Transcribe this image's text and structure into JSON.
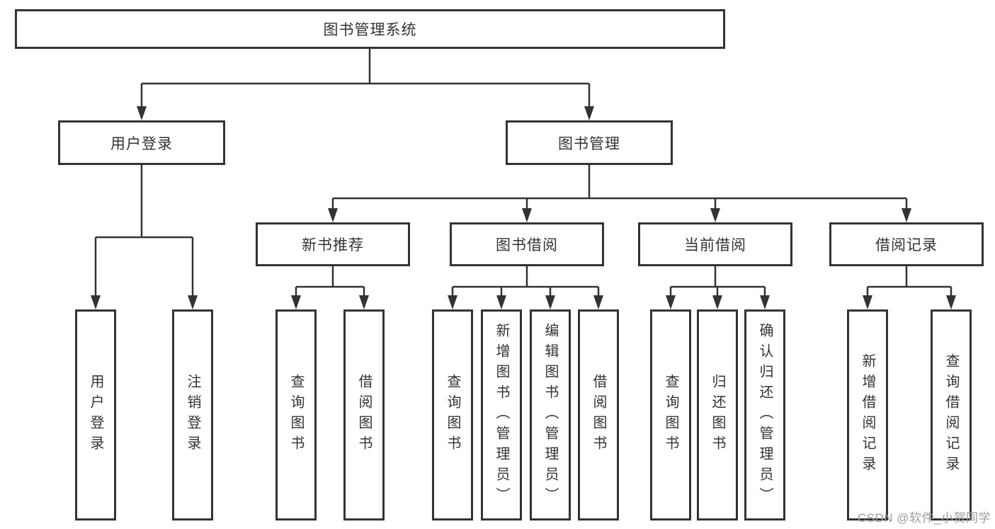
{
  "nodes": {
    "root": {
      "label": "图书管理系统"
    },
    "user_login": {
      "label": "用户登录"
    },
    "book_mgmt": {
      "label": "图书管理"
    },
    "new_book_rec": {
      "label": "新书推荐"
    },
    "book_borrow": {
      "label": "图书借阅"
    },
    "current_borrow": {
      "label": "当前借阅"
    },
    "borrow_records": {
      "label": "借阅记录"
    },
    "leaf_user_login": {
      "label": "用户登录"
    },
    "leaf_logout": {
      "label": "注销登录"
    },
    "leaf_query_book_1": {
      "label": "查询图书"
    },
    "leaf_borrow_book_1": {
      "label": "借阅图书"
    },
    "leaf_query_book_2": {
      "label": "查询图书"
    },
    "leaf_add_book": {
      "label": "新增图书（管理员）"
    },
    "leaf_edit_book": {
      "label": "编辑图书（管理员）"
    },
    "leaf_borrow_book_2": {
      "label": "借阅图书"
    },
    "leaf_query_book_3": {
      "label": "查询图书"
    },
    "leaf_return_book": {
      "label": "归还图书"
    },
    "leaf_confirm_return": {
      "label": "确认归还（管理员）"
    },
    "leaf_add_record": {
      "label": "新增借阅记录"
    },
    "leaf_query_record": {
      "label": "查询借阅记录"
    }
  },
  "watermark": {
    "text": "CSDN @软件_小贺同学"
  },
  "colors": {
    "line": "#333333",
    "box_border": "#333333",
    "text": "#333333",
    "watermark": "#9c9c9c",
    "background": "#ffffff"
  }
}
